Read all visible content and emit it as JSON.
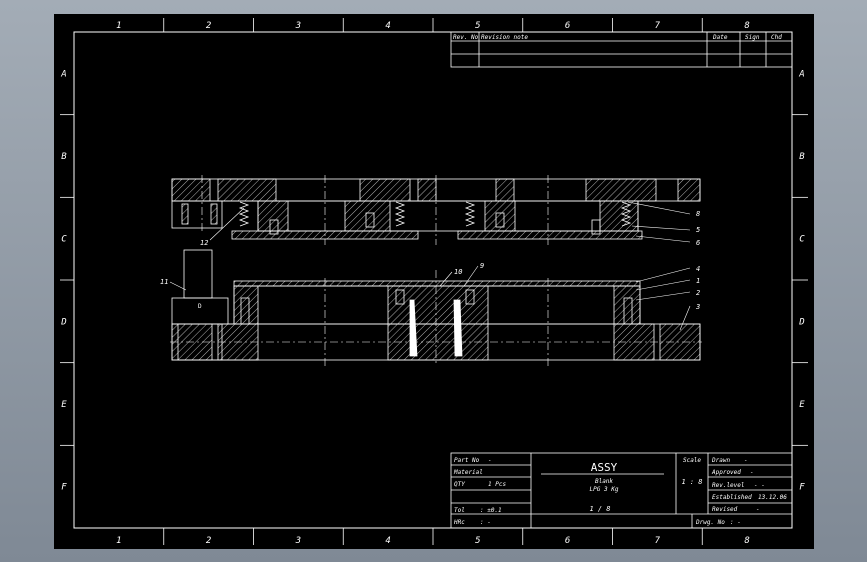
{
  "zone_columns": [
    "1",
    "2",
    "3",
    "4",
    "5",
    "6",
    "7",
    "8"
  ],
  "zone_rows": [
    "A",
    "B",
    "C",
    "D",
    "E",
    "F"
  ],
  "revision_table": {
    "headers": [
      "Rev. No",
      "Revision note",
      "Date",
      "Sign",
      "Chd"
    ]
  },
  "title_block": {
    "part_no_label": "Part No",
    "part_no_value": "-",
    "material_label": "Material",
    "qty_label": "QTY",
    "qty_value": "1 Pcs",
    "tol_label": "Tol",
    "tol_value": ": ±0.1",
    "hrc_label": "HRc",
    "hrc_value": ": -",
    "title": "ASSY",
    "subtitle_1": "Blank",
    "subtitle_2": "LPG 3 Kg",
    "sheet": "1 / 8",
    "scale_label": "Scale",
    "scale_value": "1 : 8",
    "drawn_label": "Drawn",
    "drawn_value": "-",
    "approved_label": "Approved",
    "approved_value": "-",
    "revised_label": "Rev.level",
    "revised_value": "- -",
    "established_label": "Established",
    "established_value": "13.12.06",
    "revised2_label": "Revised",
    "revised2_value": "-",
    "drwg_label": "Drwg. No",
    "drwg_value": ": -"
  },
  "callouts": [
    "8",
    "5",
    "6",
    "12",
    "11",
    "10",
    "9",
    "4",
    "1",
    "2",
    "3"
  ],
  "part_labels": [
    "D"
  ],
  "colors": {
    "sheet": "#000000",
    "line": "#ffffff",
    "frame": "#ffffff",
    "background": "#8e98a3"
  }
}
